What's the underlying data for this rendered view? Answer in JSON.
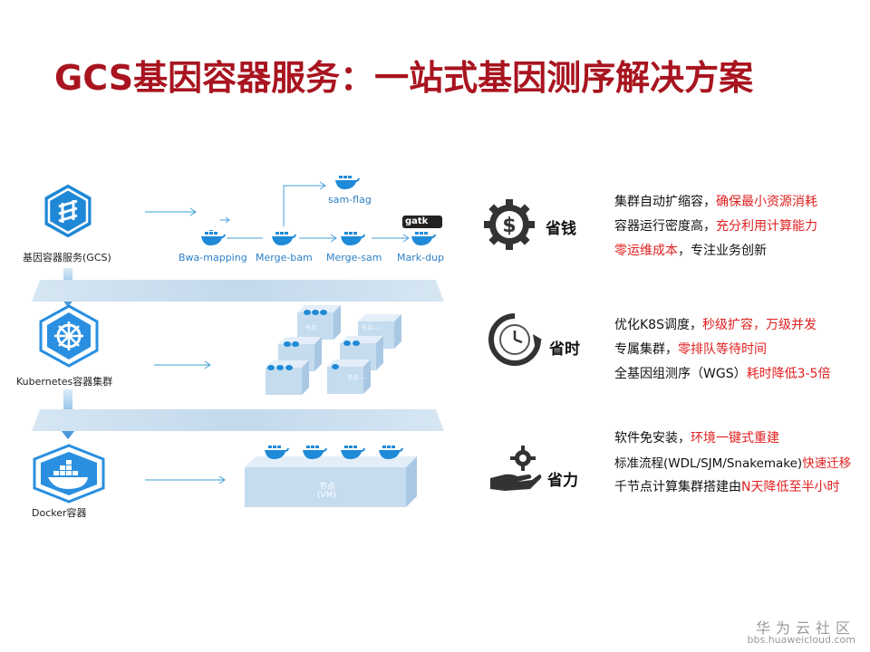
{
  "title": "GCS基因容器服务：一站式基因测序解决方案",
  "stack": {
    "gcs_label": "基因容器服务(GCS)",
    "k8s_label": "Kubernetes容器集群",
    "docker_label": "Docker容器"
  },
  "pipeline": {
    "steps": [
      "Bwa-mapping",
      "Merge-bam",
      "Merge-sam",
      "Mark-dup"
    ],
    "branch": "sam-flag",
    "tool_logo": "gatk"
  },
  "cluster": {
    "node_label": "节点",
    "node_vm": "(VM)",
    "node_label_alt": "节点----"
  },
  "benefits": [
    {
      "category": "省钱",
      "icon": "dollar-gear-icon",
      "lines": [
        {
          "plain": "集群自动扩缩容，",
          "red": "确保最小资源消耗"
        },
        {
          "plain": "容器运行密度高，",
          "red": "充分利用计算能力"
        },
        {
          "red": "零运维成本",
          "plain": "，专注业务创新"
        }
      ]
    },
    {
      "category": "省时",
      "icon": "clock-icon",
      "lines": [
        {
          "plain": "优化K8S调度，",
          "red": "秒级扩容，万级并发"
        },
        {
          "plain": "专属集群，",
          "red": "零排队等待时间"
        },
        {
          "plain": "全基因组测序（WGS）",
          "red": "耗时降低3-5倍"
        }
      ]
    },
    {
      "category": "省力",
      "icon": "hand-gear-icon",
      "lines": [
        {
          "plain": "软件免安装，",
          "red": "环境一键式重建"
        },
        {
          "plain": "标准流程(WDL/SJM/Snakemake)",
          "red": "快速迁移"
        },
        {
          "plain": "千节点计算集群搭建由",
          "red": "N天降低至半小时"
        }
      ]
    }
  ],
  "footer": {
    "brand": "华为云社区",
    "url": "bbs.huaweicloud.com"
  },
  "colors": {
    "title": "#a8141f",
    "accent_red": "#e02020",
    "blue": "#2d80c6"
  }
}
